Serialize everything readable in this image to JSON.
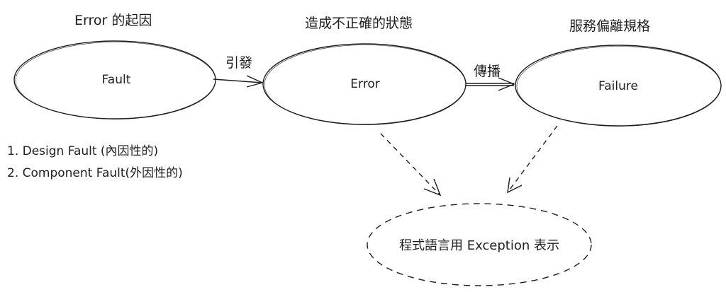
{
  "nodes": {
    "fault": {
      "label": "Fault",
      "caption": "Error 的起因"
    },
    "error": {
      "label": "Error",
      "caption": "造成不正確的狀態"
    },
    "failure": {
      "label": "Failure",
      "caption": "服務偏離規格"
    },
    "exception": {
      "label": "程式語言用 Exception 表示"
    }
  },
  "edges": {
    "fault_to_error": "引發",
    "error_to_failure": "傳播"
  },
  "fault_types": [
    "1. Design Fault (內因性的)",
    "2. Component Fault(外因性的)"
  ],
  "colors": {
    "stroke": "#1e1e1e",
    "background": "#ffffff"
  }
}
